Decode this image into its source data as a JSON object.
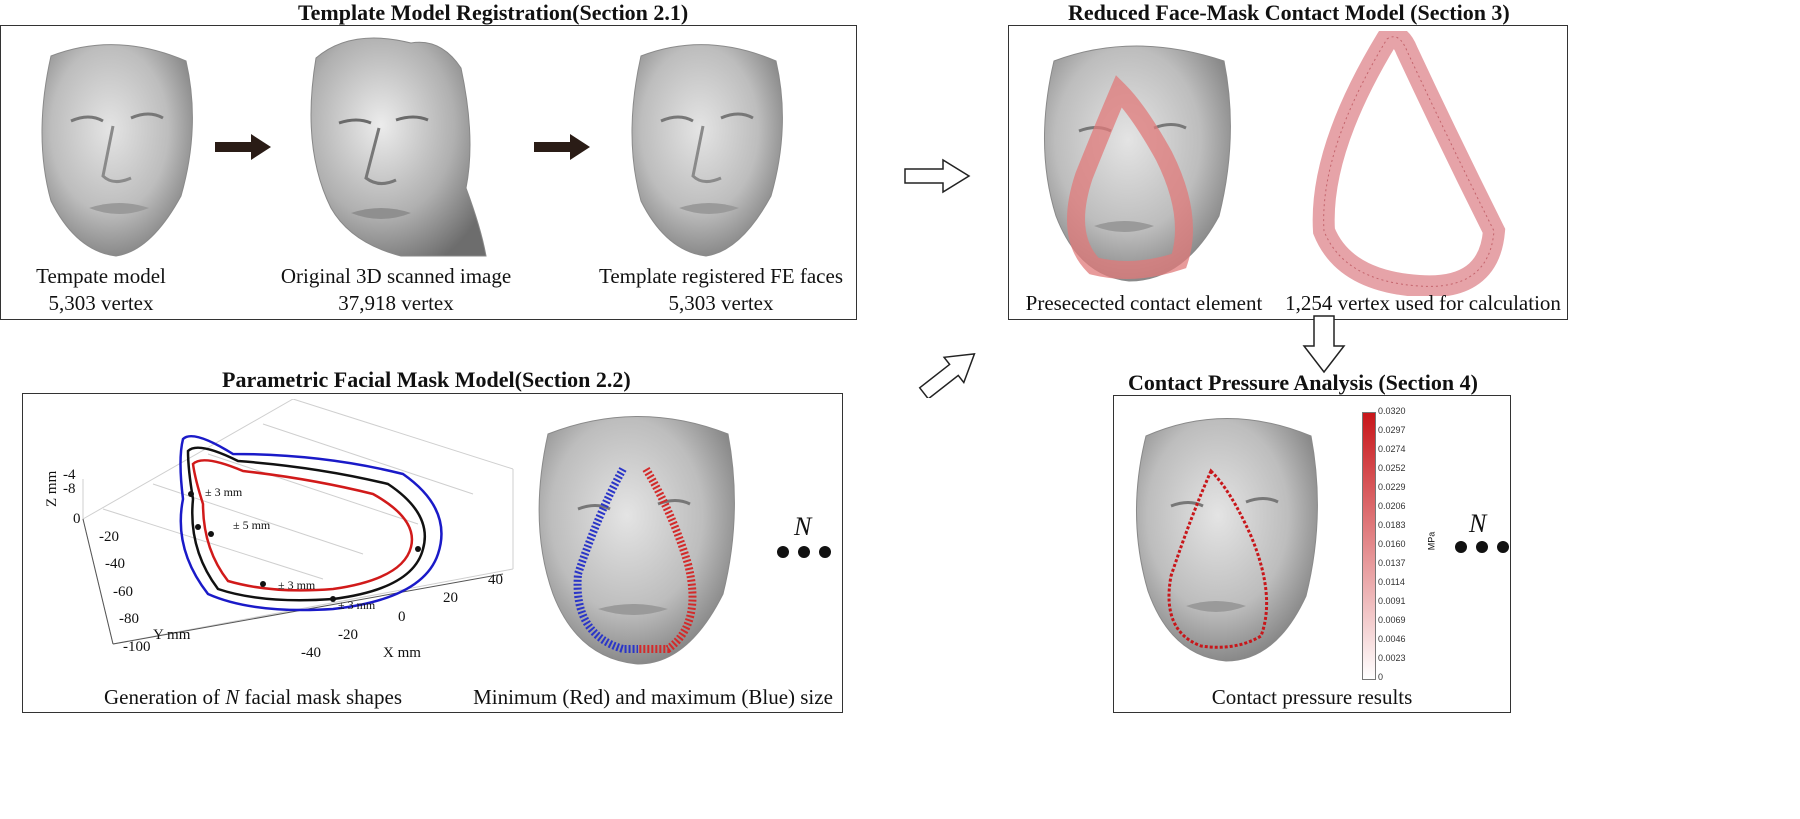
{
  "sections": {
    "template": {
      "title": "Template Model Registration(Section 2.1)",
      "captions": [
        {
          "line1": "Tempate model",
          "line2": "5,303 vertex"
        },
        {
          "line1": "Original 3D scanned image",
          "line2": "37,918 vertex"
        },
        {
          "line1": "Template registered FE faces",
          "line2": "5,303 vertex"
        }
      ]
    },
    "reduced": {
      "title": "Reduced Face-Mask Contact Model (Section 3)",
      "captions": [
        {
          "line1": "Presecected contact element"
        },
        {
          "line1": "1,254 vertex used for calculation"
        }
      ]
    },
    "parametric": {
      "title": "Parametric Facial Mask Model(Section 2.2)",
      "caption_left_pre": "Generation of ",
      "caption_left_n": "N",
      "caption_left_post": " facial mask shapes",
      "caption_right": "Minimum (Red) and maximum (Blue) size",
      "n_label": "N",
      "plot": {
        "zlabel": "Z mm",
        "zticks": [
          "-4",
          "-8",
          "0"
        ],
        "ylabel": "Y mm",
        "yticks": [
          "-20",
          "-40",
          "-60",
          "-80",
          "-100"
        ],
        "xlabel": "X mm",
        "xticks": [
          "40",
          "20",
          "0",
          "-20",
          "-40"
        ],
        "annotations": [
          "± 3 mm",
          "± 5 mm",
          "± 3 mm",
          "± 3 mm"
        ],
        "series_colors": {
          "min": "#d11a1a",
          "nominal": "#111111",
          "max": "#1a1ac8"
        }
      }
    },
    "pressure": {
      "title": "Contact Pressure Analysis (Section 4)",
      "caption": "Contact pressure results",
      "n_label": "N",
      "colorbar": {
        "unit": "MPa",
        "ticks": [
          "0.0320",
          "0.0297",
          "0.0274",
          "0.0252",
          "0.0229",
          "0.0206",
          "0.0183",
          "0.0160",
          "0.0137",
          "0.0114",
          "0.0091",
          "0.0069",
          "0.0046",
          "0.0023",
          "0"
        ],
        "color_max": "#c8161a",
        "color_min": "#ffffff"
      }
    }
  }
}
